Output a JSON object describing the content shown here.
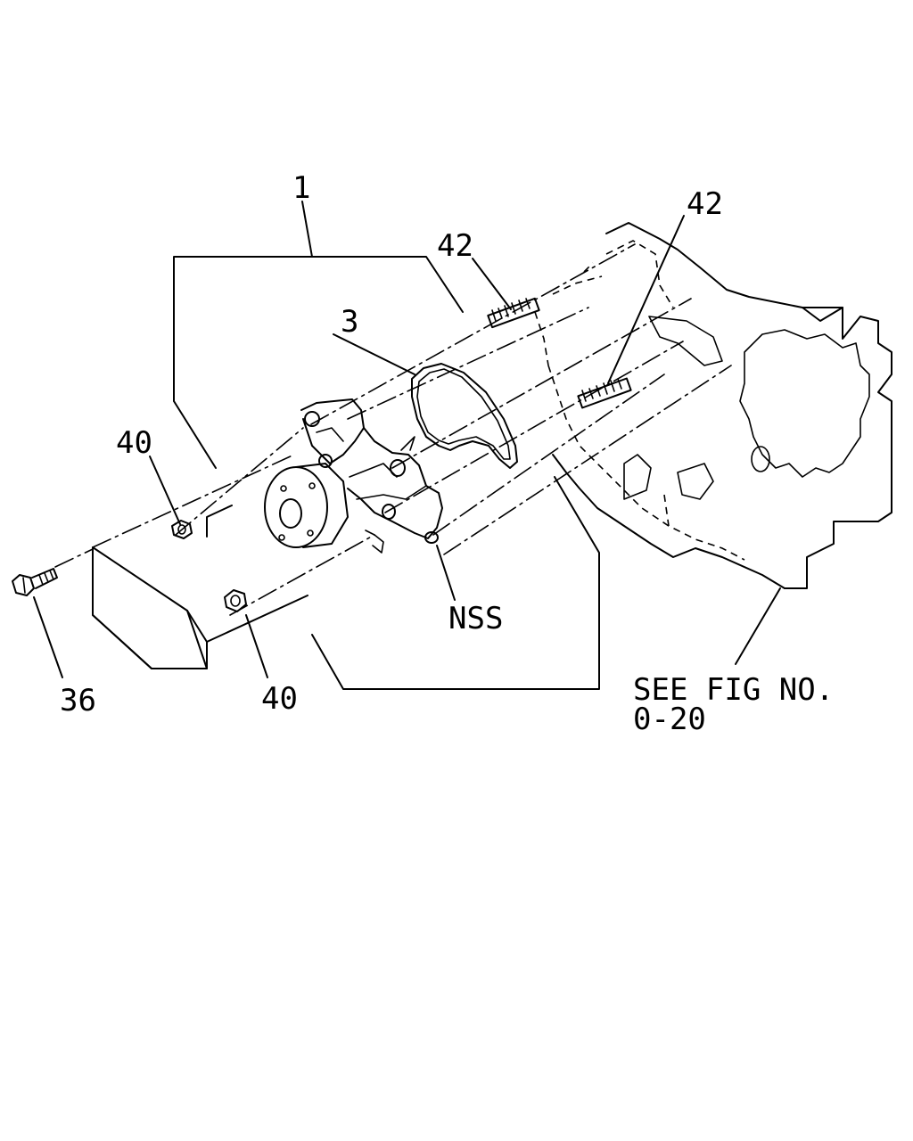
{
  "labels": {
    "part_1": "1",
    "part_3": "3",
    "part_42_left": "42",
    "part_42_right": "42",
    "part_40_upper": "40",
    "part_40_lower": "40",
    "part_36": "36",
    "nss": "NSS",
    "see_fig_line1": "SEE FIG NO.",
    "see_fig_line2": "0-20"
  }
}
